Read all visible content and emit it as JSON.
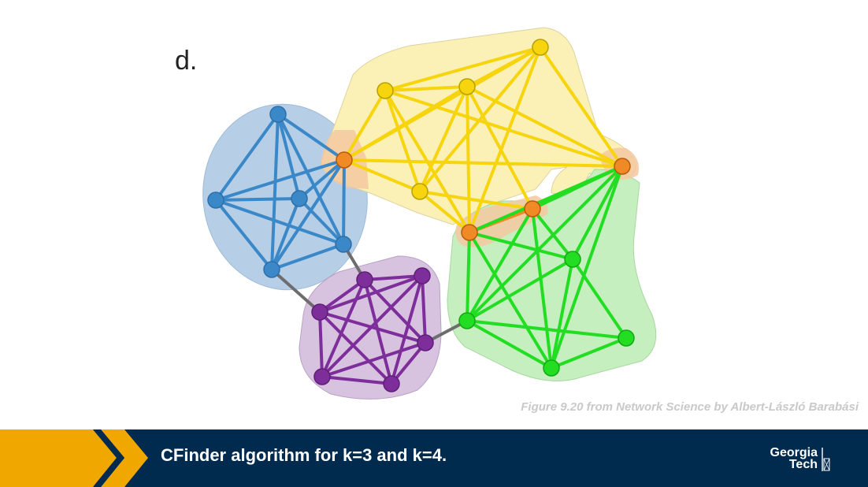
{
  "figure": {
    "panel_label": "d.",
    "credit": "Figure 9.20 from Network Science by Albert-László Barabási"
  },
  "colors": {
    "blue": "#3b88c8",
    "yellow": "#f6d40e",
    "green": "#22dd22",
    "purple": "#7e2e9a",
    "orange": "#f08a24",
    "bridge": "#6d6d6d",
    "footer_bg": "#002a4e",
    "chevron": "#f0a800"
  },
  "communities": [
    {
      "name": "blue",
      "fill": "#b6cfe6"
    },
    {
      "name": "yellow",
      "fill": "#fbf1b6"
    },
    {
      "name": "green",
      "fill": "#c6efc0"
    },
    {
      "name": "purple",
      "fill": "#d7c2df"
    },
    {
      "name": "overlap",
      "fill": "#f5c8a0"
    }
  ],
  "footer": {
    "title": "CFinder algorithm for k=3 and k=4.",
    "logo_line1": "Georgia",
    "logo_line2": "Tech"
  }
}
